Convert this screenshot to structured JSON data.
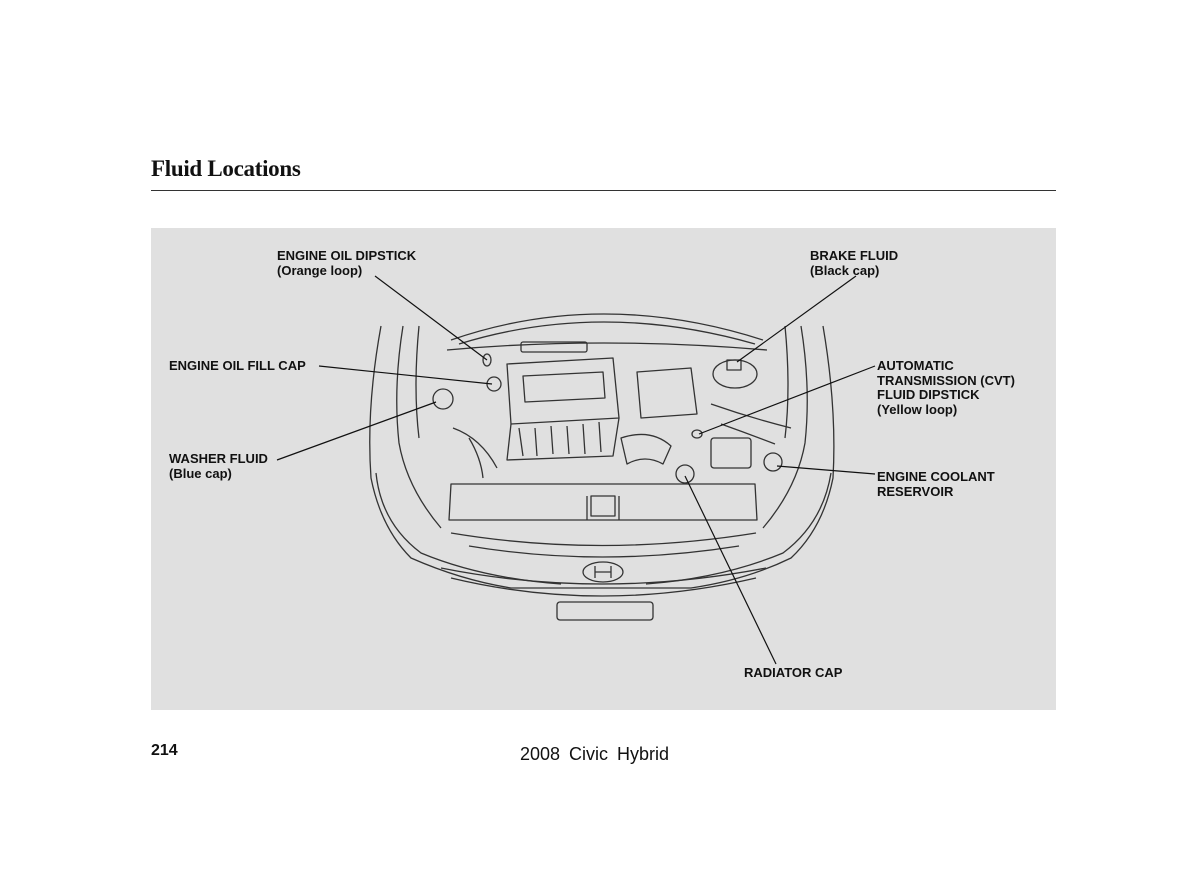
{
  "page": {
    "title": "Fluid Locations",
    "number": "214",
    "footer": "2008 Civic Hybrid"
  },
  "labels": {
    "engine_oil_dipstick": [
      "ENGINE OIL DIPSTICK",
      "(Orange loop)"
    ],
    "brake_fluid": [
      "BRAKE FLUID",
      "(Black cap)"
    ],
    "engine_oil_fill_cap": [
      "ENGINE OIL FILL CAP"
    ],
    "automatic_transmission": [
      "AUTOMATIC",
      "TRANSMISSION (CVT)",
      "FLUID DIPSTICK",
      "(Yellow loop)"
    ],
    "washer_fluid": [
      "WASHER FLUID",
      "(Blue cap)"
    ],
    "engine_coolant_reservoir": [
      "ENGINE COOLANT",
      "RESERVOIR"
    ],
    "radiator_cap": [
      "RADIATOR CAP"
    ]
  }
}
